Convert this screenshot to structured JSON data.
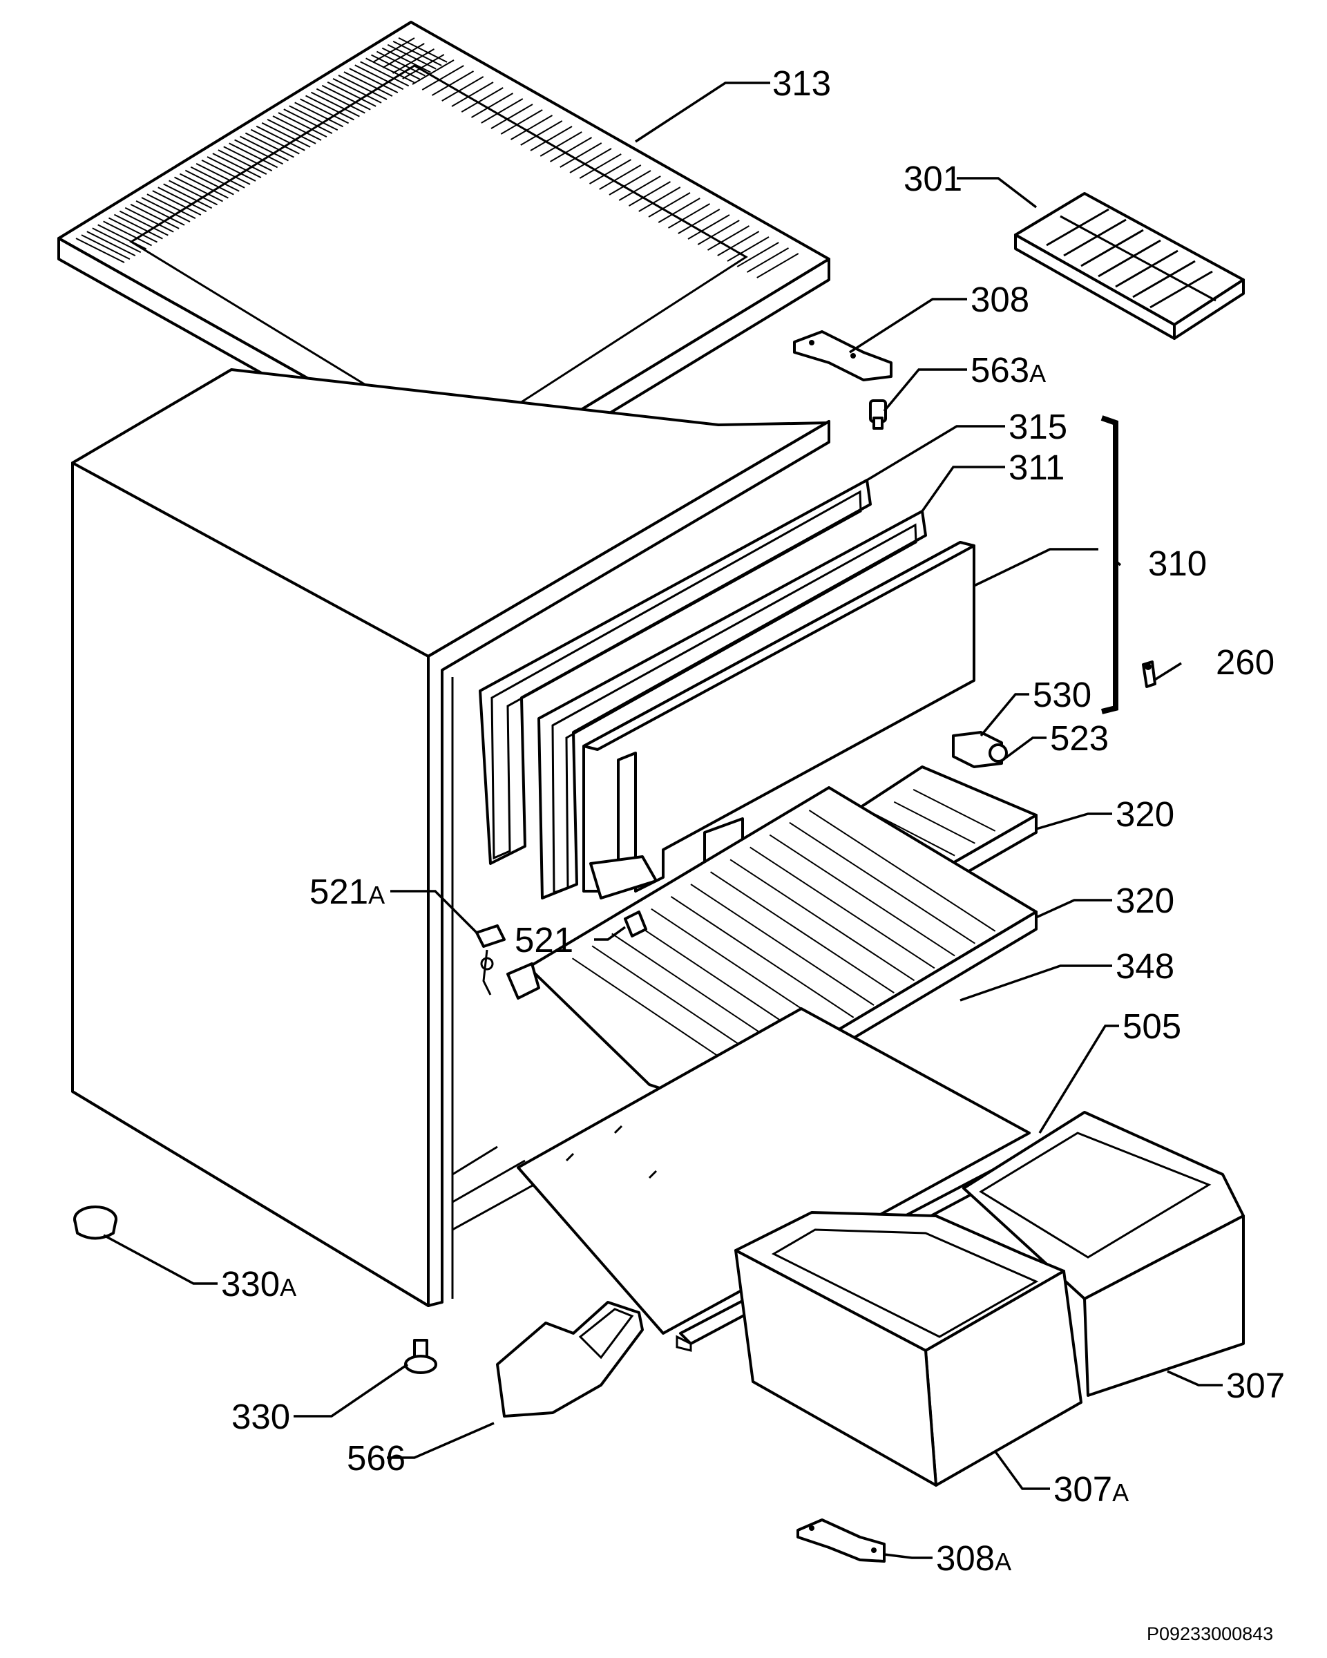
{
  "diagram": {
    "document_number": "P09233000843",
    "callouts": [
      {
        "id": "313",
        "number": "313",
        "suffix": ""
      },
      {
        "id": "301",
        "number": "301",
        "suffix": ""
      },
      {
        "id": "308",
        "number": "308",
        "suffix": ""
      },
      {
        "id": "563a",
        "number": "563",
        "suffix": "A"
      },
      {
        "id": "315",
        "number": "315",
        "suffix": ""
      },
      {
        "id": "311",
        "number": "311",
        "suffix": ""
      },
      {
        "id": "310",
        "number": "310",
        "suffix": ""
      },
      {
        "id": "260",
        "number": "260",
        "suffix": ""
      },
      {
        "id": "530",
        "number": "530",
        "suffix": ""
      },
      {
        "id": "523",
        "number": "523",
        "suffix": ""
      },
      {
        "id": "320-upper",
        "number": "320",
        "suffix": ""
      },
      {
        "id": "320-lower",
        "number": "320",
        "suffix": ""
      },
      {
        "id": "521a",
        "number": "521",
        "suffix": "A"
      },
      {
        "id": "521",
        "number": "521",
        "suffix": ""
      },
      {
        "id": "348",
        "number": "348",
        "suffix": ""
      },
      {
        "id": "505",
        "number": "505",
        "suffix": ""
      },
      {
        "id": "330a",
        "number": "330",
        "suffix": "A"
      },
      {
        "id": "307",
        "number": "307",
        "suffix": ""
      },
      {
        "id": "330",
        "number": "330",
        "suffix": ""
      },
      {
        "id": "566",
        "number": "566",
        "suffix": ""
      },
      {
        "id": "307a",
        "number": "307",
        "suffix": "A"
      },
      {
        "id": "308a",
        "number": "308",
        "suffix": "A"
      }
    ]
  }
}
